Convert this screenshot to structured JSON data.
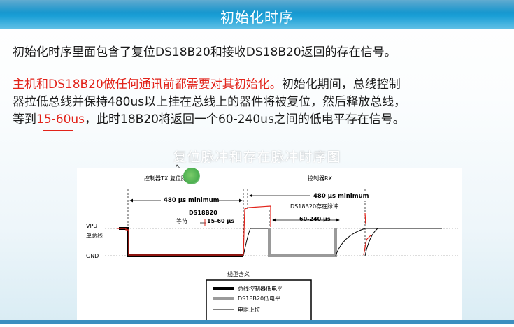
{
  "slide": {
    "title": "初始化时序",
    "para1": "初始化时序里面包含了复位DS18B20和接收DS18B20返回的存在信号。",
    "para2_red": "主机和DS18B20做任何通讯前都需要对其初始化。",
    "para2_rest": "初始化期间，总线控制",
    "para3": "器拉低总线并保持480us以上挂在总线上的器件将被复位，然后释放总线，",
    "para4_a": "等到",
    "para4_red": "15-60us",
    "para4_b": "，此时18B20将返回一个60-240us之间的低电平存在信号。",
    "diagram_title": "复位脉冲和存在脉冲时序图"
  },
  "diagram": {
    "tx_label": "控制器TX  复位脉冲",
    "rx_label": "控制器RX",
    "tx_duration": "480 μs minimum",
    "rx_duration": "480 μs minimum",
    "ds_label": "DS18B20",
    "wait_label": "等待",
    "wait_duration": "15-60 μs",
    "presence_label": "DS18B20存在脉冲",
    "presence_duration": "60-240 μs",
    "vpu_label": "VPU",
    "bus_label": "单总线",
    "gnd_label": "GND",
    "legend_title": "线型含义",
    "legend_items": [
      "总线控制器低电平",
      "DS18B20低电平",
      "电阻上拉"
    ],
    "colors": {
      "master_low": "#000000",
      "ds_low": "#9a9a9a",
      "pullup": "#000000",
      "annotation": "#e2231a"
    }
  }
}
